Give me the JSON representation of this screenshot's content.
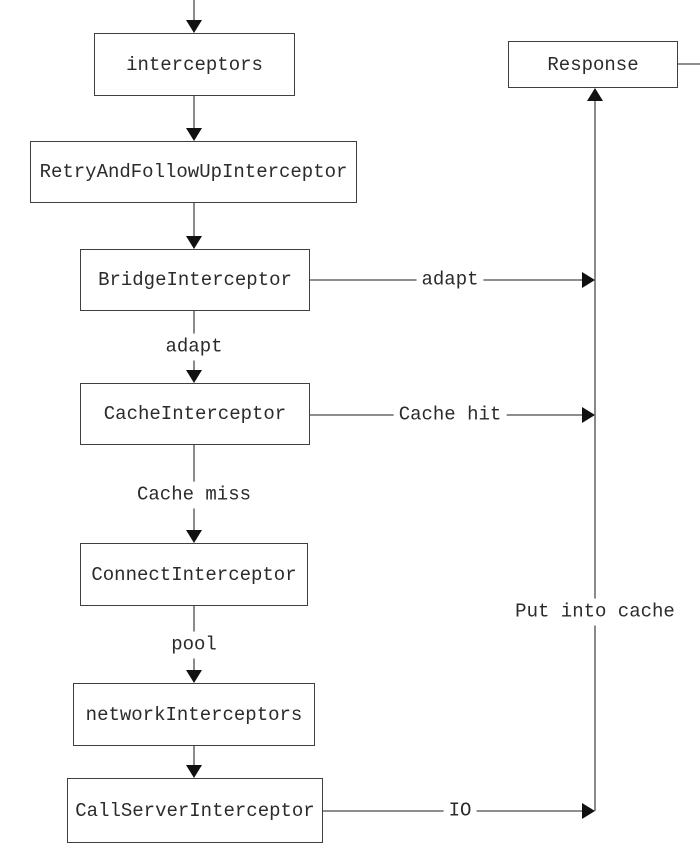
{
  "diagram": {
    "title": "okhttp-interceptor-chain-flowchart",
    "nodes": {
      "interceptors": "interceptors",
      "retry": "RetryAndFollowUpInterceptor",
      "bridge": "BridgeInterceptor",
      "cache": "CacheInterceptor",
      "connect": "ConnectInterceptor",
      "network": "networkInterceptors",
      "call_server": "CallServerInterceptor",
      "response": "Response"
    },
    "edge_labels": {
      "adapt_down": "adapt",
      "adapt_right": "adapt",
      "cache_hit": "Cache hit",
      "cache_miss": "Cache miss",
      "pool": "pool",
      "io": "IO",
      "put_into_cache": "Put into cache"
    },
    "edges": [
      {
        "from": "top",
        "to": "interceptors",
        "label": ""
      },
      {
        "from": "interceptors",
        "to": "retry",
        "label": ""
      },
      {
        "from": "retry",
        "to": "bridge",
        "label": ""
      },
      {
        "from": "bridge",
        "to": "cache",
        "label": "adapt"
      },
      {
        "from": "cache",
        "to": "connect",
        "label": "Cache miss"
      },
      {
        "from": "connect",
        "to": "network",
        "label": "pool"
      },
      {
        "from": "network",
        "to": "call_server",
        "label": ""
      },
      {
        "from": "bridge",
        "to": "response_line",
        "label": "adapt"
      },
      {
        "from": "cache",
        "to": "response_line",
        "label": "Cache hit"
      },
      {
        "from": "call_server",
        "to": "response_line",
        "label": "IO"
      },
      {
        "from": "response_line",
        "to": "response",
        "label": "Put into cache"
      },
      {
        "from": "response",
        "to": "right-edge",
        "label": ""
      }
    ],
    "colors": {
      "background": "#ffffff",
      "line": "#4a4a4a",
      "arrowhead": "#111111",
      "box_border": "#3f3f3f",
      "text": "#2b2b2b"
    }
  }
}
